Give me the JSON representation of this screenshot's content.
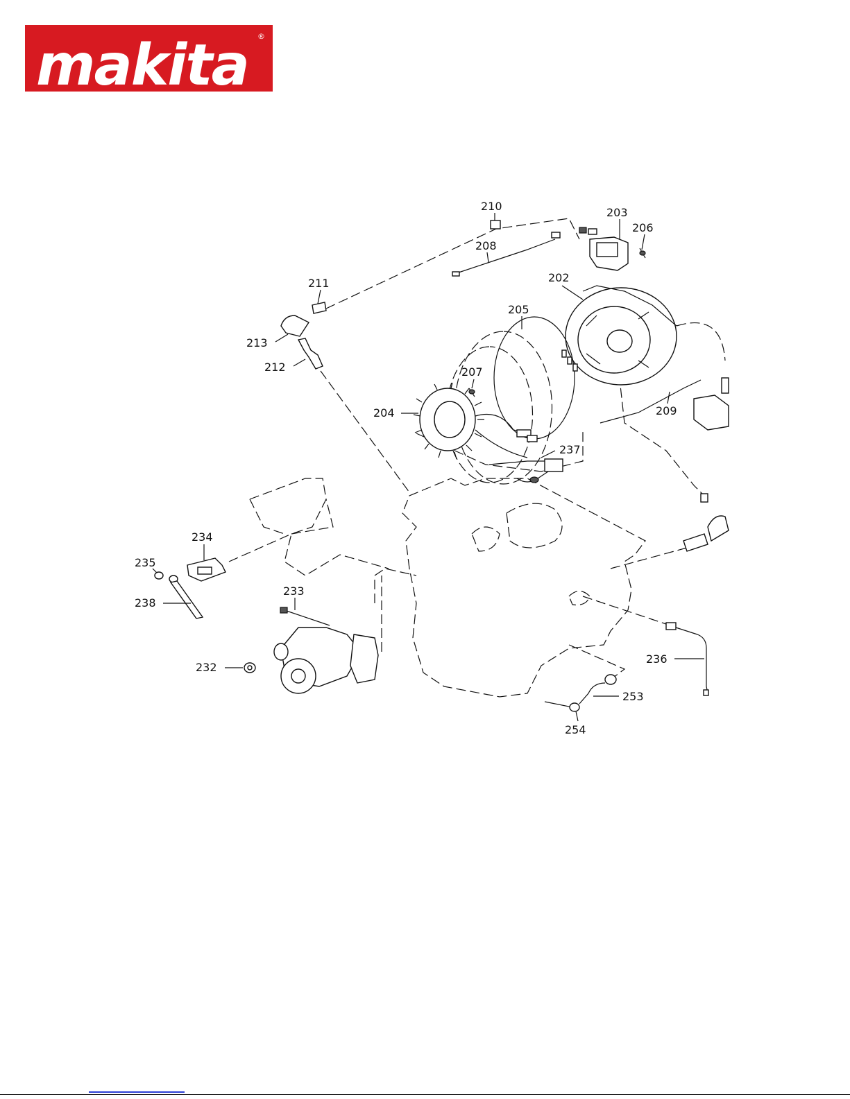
{
  "brand": {
    "name": "makita",
    "registered_mark": "®",
    "color": "#d71a21"
  },
  "callouts": [
    {
      "id": "c210",
      "label": "210"
    },
    {
      "id": "c203",
      "label": "203"
    },
    {
      "id": "c206",
      "label": "206"
    },
    {
      "id": "c208",
      "label": "208"
    },
    {
      "id": "c202",
      "label": "202"
    },
    {
      "id": "c211",
      "label": "211"
    },
    {
      "id": "c205",
      "label": "205"
    },
    {
      "id": "c213",
      "label": "213"
    },
    {
      "id": "c212",
      "label": "212"
    },
    {
      "id": "c207",
      "label": "207"
    },
    {
      "id": "c209",
      "label": "209"
    },
    {
      "id": "c204",
      "label": "204"
    },
    {
      "id": "c237",
      "label": "237"
    },
    {
      "id": "c234",
      "label": "234"
    },
    {
      "id": "c235",
      "label": "235"
    },
    {
      "id": "c238",
      "label": "238"
    },
    {
      "id": "c233",
      "label": "233"
    },
    {
      "id": "c236",
      "label": "236"
    },
    {
      "id": "c232",
      "label": "232"
    },
    {
      "id": "c253",
      "label": "253"
    },
    {
      "id": "c254",
      "label": "254"
    }
  ]
}
